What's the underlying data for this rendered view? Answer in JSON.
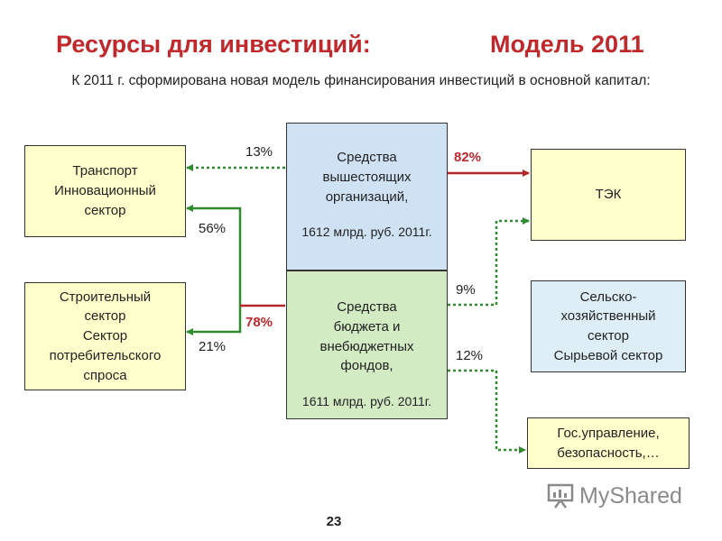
{
  "header": {
    "title_left": "Ресурсы для инвестиций:",
    "title_right": "Модель 2011",
    "subtitle": "К 2011 г. сформирована новая модель финансирования инвестиций в основной капитал:"
  },
  "boxes": {
    "transport": {
      "lines": [
        "Транспорт",
        "Инновационный",
        "сектор"
      ]
    },
    "construction": {
      "lines": [
        "Строительный",
        "сектор",
        "Сектор",
        "потребительского",
        "спроса"
      ]
    },
    "higher_orgs": {
      "lines": [
        "Средства",
        "вышестоящих",
        "организаций,"
      ],
      "amount": "1612 млрд. руб. 2011г."
    },
    "budget_funds": {
      "lines": [
        "Средства",
        "бюджета и",
        "внебюджетных",
        "фондов,"
      ],
      "amount": "1611 млрд. руб. 2011г."
    },
    "tek": {
      "lines": [
        "ТЭК"
      ]
    },
    "agri": {
      "lines": [
        "Сельско-",
        "хозяйственный",
        "сектор",
        "Сырьевой сектор"
      ]
    },
    "gov": {
      "lines": [
        "Гос.управление,",
        "безопасность,…"
      ]
    }
  },
  "percentages": {
    "p13": "13%",
    "p56": "56%",
    "p21": "21%",
    "p78": "78%",
    "p82": "82%",
    "p9": "9%",
    "p12": "12%"
  },
  "footer": {
    "page_number": "23",
    "watermark": "MyShared"
  },
  "colors": {
    "title": "#c0282c",
    "red_arrow": "#b3262a",
    "green_arrow": "#2e8b2e",
    "yellow_box": "#ffffcc",
    "blue_box": "#cfe2f3",
    "green_box": "#d3ebc3"
  }
}
